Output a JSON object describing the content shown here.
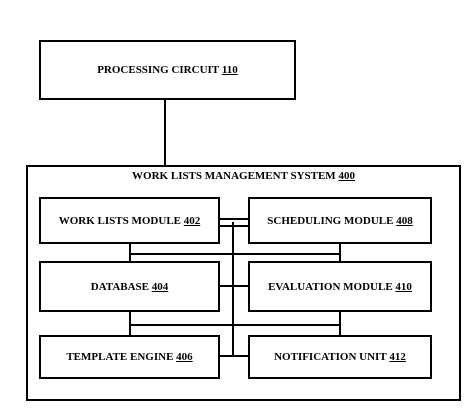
{
  "processing_circuit": {
    "label": "PROCESSING CIRCUIT",
    "number": "110"
  },
  "system": {
    "label": "WORK LISTS MANAGEMENT SYSTEM",
    "number": "400"
  },
  "modules": [
    {
      "label": "WORK LISTS MODULE",
      "number": "402"
    },
    {
      "label": "SCHEDULING MODULE",
      "number": "408"
    },
    {
      "label": "DATABASE",
      "number": "404"
    },
    {
      "label": "EVALUATION MODULE",
      "number": "410"
    },
    {
      "label": "TEMPLATE ENGINE",
      "number": "406"
    },
    {
      "label": "NOTIFICATION UNIT",
      "number": "412"
    }
  ]
}
